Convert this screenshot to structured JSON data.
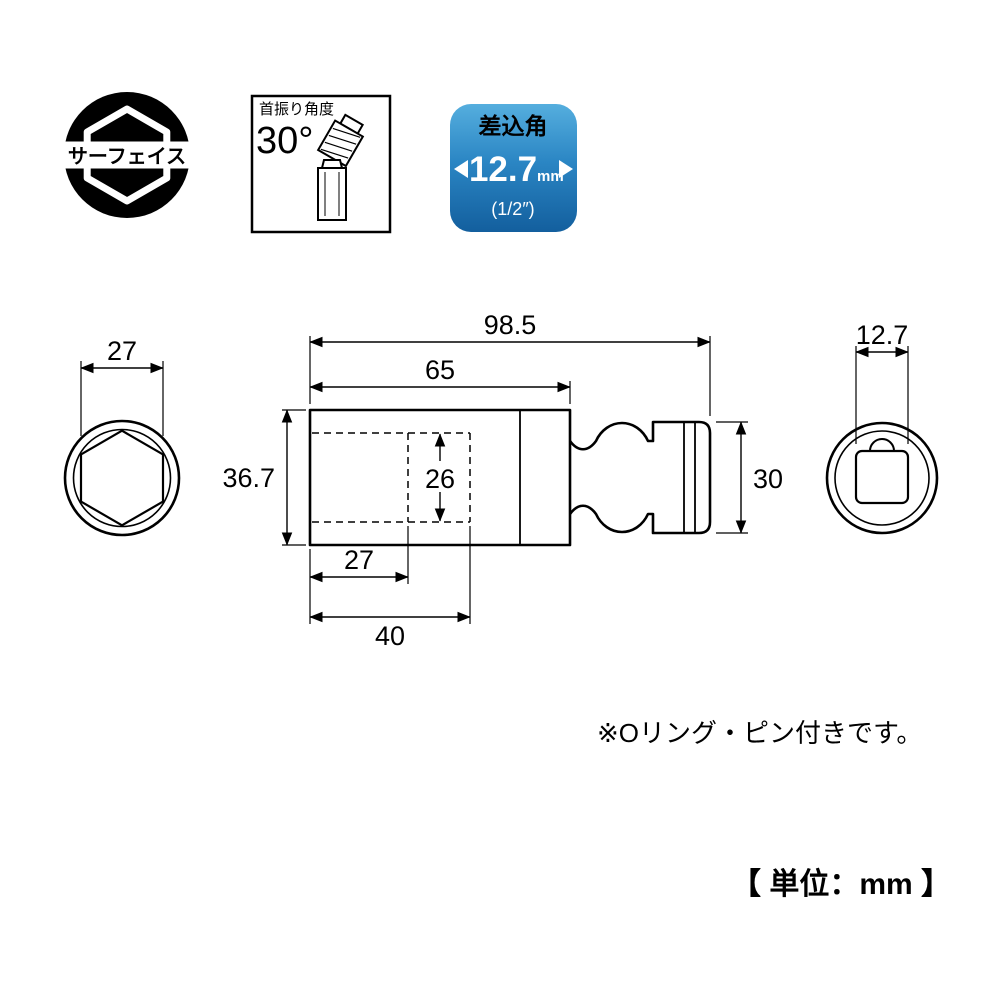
{
  "badges": {
    "surface_label": "サーフェイス",
    "swivel_title": "首振り角度",
    "swivel_angle": "30°",
    "drive_title": "差込角",
    "drive_size": "12.7",
    "drive_unit": "mm",
    "drive_inch": "(1/2″)"
  },
  "dimensions": {
    "total_length": "98.5",
    "body_length": "65",
    "hex_across_flats": "27",
    "outer_diameter": "36.7",
    "bore_diameter": "26",
    "bore_depth_first": "27",
    "bore_depth_total": "40",
    "joint_diameter": "30",
    "square_drive": "12.7"
  },
  "notes": {
    "accessory": "※Oリング・ピン付きです。",
    "unit": "【 単位：mm 】"
  },
  "colors": {
    "badge_blue_top": "#55aede",
    "badge_blue_bottom": "#135f9e",
    "line": "#000000"
  }
}
